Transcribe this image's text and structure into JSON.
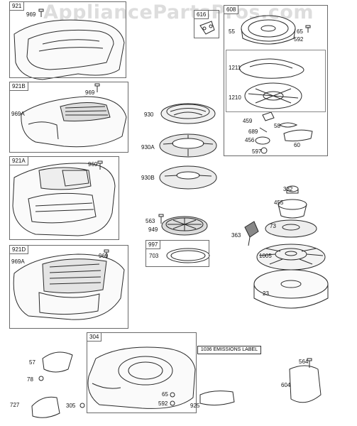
{
  "watermark": "AppliancePartsPros.com",
  "boxes": {
    "b921": "921",
    "b921B": "921B",
    "b921A": "921A",
    "b921D": "921D",
    "b616": "616",
    "b608": "608",
    "b997": "997",
    "b304": "304"
  },
  "labels": {
    "l969_top": "969",
    "l969_921b": "969",
    "l969A_921b": "969A",
    "l969_921a": "969",
    "l969_921d": "969",
    "l969A_921d": "969A",
    "l55": "55",
    "l65_top": "65",
    "l592_top": "592",
    "l1211": "1211",
    "l1210": "1210",
    "l459": "459",
    "l58": "58",
    "l689": "689",
    "l456": "456",
    "l60": "60",
    "l597": "597",
    "l930": "930",
    "l930A": "930A",
    "l930B": "930B",
    "l563": "563",
    "l949": "949",
    "l703": "703",
    "l332": "332",
    "l455": "455",
    "l363": "363",
    "l73": "73",
    "l1005": "1005",
    "l23": "23",
    "l57": "57",
    "l78": "78",
    "l727": "727",
    "l305": "305",
    "l65_bottom": "65",
    "l592_bottom": "592",
    "l925": "925",
    "l564": "564",
    "l604": "604"
  },
  "emissions_label": "1036 EMISSIONS LABEL"
}
